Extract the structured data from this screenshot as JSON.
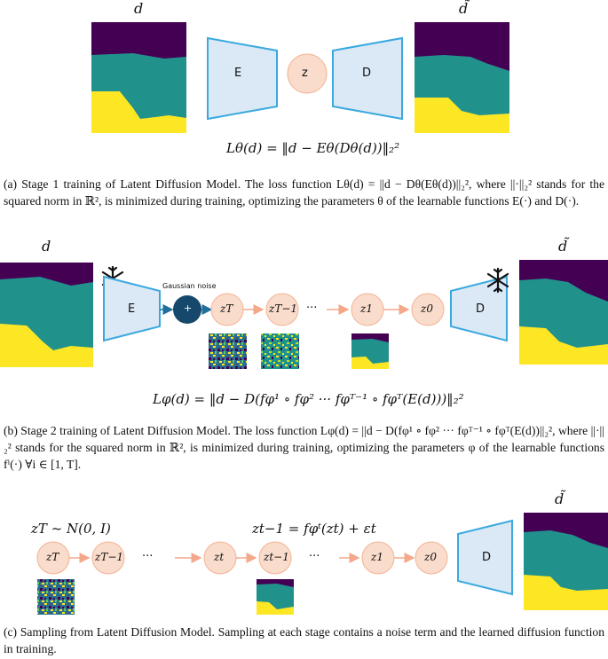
{
  "panel_a": {
    "input_label": "d",
    "output_label": "d̃",
    "encoder_label": "E",
    "latent_label": "z",
    "decoder_label": "D",
    "loss_equation": "Lθ(d) = ‖d − Eθ(Dθ(d))‖₂²",
    "caption": "(a) Stage 1 training of Latent Diffusion Model. The loss function Lθ(d) = ||d − Dθ(Eθ(d))||₂², where ||·||₂² stands for the squared norm in ℝ², is minimized during training, optimizing the parameters θ of the learnable functions E(·) and D(·)."
  },
  "panel_b": {
    "input_label": "d",
    "output_label": "d̃",
    "encoder_label": "E",
    "decoder_label": "D",
    "noise_label": "Gaussian noise",
    "add_symbol": "+",
    "ellipsis": "···",
    "latents": [
      "zT",
      "zT−1",
      "z1",
      "z0"
    ],
    "loss_equation": "Lφ(d) = ‖d − D(fφ¹ ∘ fφ² ··· fφᵀ⁻¹ ∘ fφᵀ(E(d)))‖₂²",
    "caption": "(b) Stage 2 training of Latent Diffusion Model. The loss function Lφ(d) = ||d − D(fφ¹ ∘ fφ² ··· fφᵀ⁻¹ ∘ fφᵀ(E(d))||₂², where ||·||₂² stands for the squared norm in ℝ², is minimized during training, optimizing the parameters φ of the learnable functions fⁱ(·) ∀i ∈ [1, T]."
  },
  "panel_c": {
    "output_label": "d̃",
    "decoder_label": "D",
    "prior_equation": "zT ~ N(0, I)",
    "step_equation": "zt−1 = fφᵗ(zt) + εt",
    "ellipsis": "···",
    "latents": [
      "zT",
      "zT−1",
      "zt",
      "zt−1",
      "z1",
      "z0"
    ],
    "caption": "(c) Sampling from Latent Diffusion Model. Sampling at each stage contains a noise term and the learned diffusion function in training."
  },
  "colors": {
    "block_fill": "#dbe8f6",
    "block_stroke": "#3aa9de",
    "latent_fill": "#f9dccb",
    "latent_stroke": "#f3b394",
    "arrow": "#f4a88a",
    "noise_node": "#16486b",
    "layer_top": "#440154",
    "layer_mid": "#21918c",
    "layer_bottom": "#fde725"
  }
}
